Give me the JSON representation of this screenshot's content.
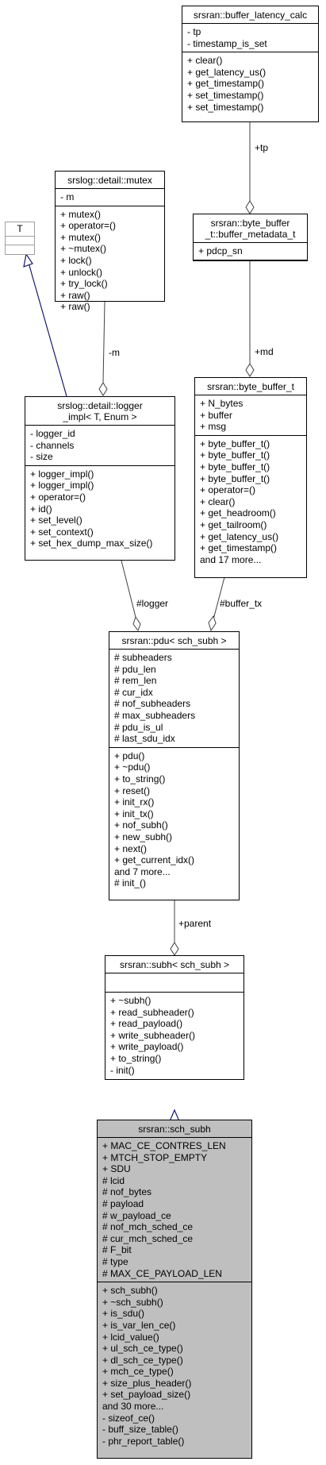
{
  "classes": {
    "buffer_latency_calc": {
      "title": "srsran::buffer_latency_calc",
      "attributes": [
        "- tp",
        "- timestamp_is_set"
      ],
      "methods": [
        "+ clear()",
        "+ get_latency_us()",
        "+ get_timestamp()",
        "+ set_timestamp()",
        "+ set_timestamp()"
      ]
    },
    "mutex": {
      "title": "srslog::detail::mutex",
      "attributes": [
        "- m"
      ],
      "methods": [
        "+ mutex()",
        "+ operator=()",
        "+ mutex()",
        "+ ~mutex()",
        "+ lock()",
        "+ unlock()",
        "+ try_lock()",
        "+ raw()",
        "+ raw()"
      ]
    },
    "template_T": {
      "title": "T",
      "attributes": [],
      "methods": []
    },
    "buffer_metadata": {
      "title": "srsran::byte_buffer\n_t::buffer_metadata_t",
      "attributes": [
        "+ pdcp_sn"
      ],
      "methods": []
    },
    "logger_impl": {
      "title": "srslog::detail::logger\n_impl< T, Enum >",
      "attributes": [
        "- logger_id",
        "- channels",
        "- size"
      ],
      "methods": [
        "+ logger_impl()",
        "+ logger_impl()",
        "+ operator=()",
        "+ id()",
        "+ set_level()",
        "+ set_context()",
        "+ set_hex_dump_max_size()"
      ]
    },
    "byte_buffer": {
      "title": "srsran::byte_buffer_t",
      "attributes": [
        "+ N_bytes",
        "+ buffer",
        "+ msg"
      ],
      "methods": [
        "+ byte_buffer_t()",
        "+ byte_buffer_t()",
        "+ byte_buffer_t()",
        "+ byte_buffer_t()",
        "+ operator=()",
        "+ clear()",
        "+ get_headroom()",
        "+ get_tailroom()",
        "+ get_latency_us()",
        "+ get_timestamp()",
        "and 17 more..."
      ]
    },
    "pdu": {
      "title": "srsran::pdu< sch_subh >",
      "attributes": [
        "# subheaders",
        "# pdu_len",
        "# rem_len",
        "# cur_idx",
        "# nof_subheaders",
        "# max_subheaders",
        "# pdu_is_ul",
        "# last_sdu_idx"
      ],
      "methods": [
        "+ pdu()",
        "+ ~pdu()",
        "+ to_string()",
        "+ reset()",
        "+ init_rx()",
        "+ init_tx()",
        "+ nof_subh()",
        "+ new_subh()",
        "+ next()",
        "+ get_current_idx()",
        "and 7 more...",
        "# init_()"
      ]
    },
    "subh": {
      "title": "srsran::subh< sch_subh >",
      "attributes": [],
      "methods": [
        "+ ~subh()",
        "+ read_subheader()",
        "+ read_payload()",
        "+ write_subheader()",
        "+ write_payload()",
        "+ to_string()",
        "- init()"
      ]
    },
    "sch_subh": {
      "title": "srsran::sch_subh",
      "attributes": [
        "+ MAC_CE_CONTRES_LEN",
        "+ MTCH_STOP_EMPTY",
        "+ SDU",
        "# lcid",
        "# nof_bytes",
        "# payload",
        "# w_payload_ce",
        "# nof_mch_sched_ce",
        "# cur_mch_sched_ce",
        "# F_bit",
        "# type",
        "# MAX_CE_PAYLOAD_LEN"
      ],
      "methods": [
        "+ sch_subh()",
        "+ ~sch_subh()",
        "+ is_sdu()",
        "+ is_var_len_ce()",
        "+ lcid_value()",
        "+ ul_sch_ce_type()",
        "+ dl_sch_ce_type()",
        "+ mch_ce_type()",
        "+ size_plus_header()",
        "+ set_payload_size()",
        "and 30 more...",
        "- sizeof_ce()",
        "- buff_size_table()",
        "- phr_report_table()"
      ]
    }
  },
  "relations": {
    "tp": "+tp",
    "md": "+md",
    "m": "-m",
    "logger": "#logger",
    "buffer_tx": "#buffer_tx",
    "parent": "+parent"
  },
  "colors": {
    "highlight": "#bfbfbf",
    "inheritance_arrow": "#191970",
    "composition_line": "#404040",
    "ghost_border": "#a0a0a0"
  }
}
